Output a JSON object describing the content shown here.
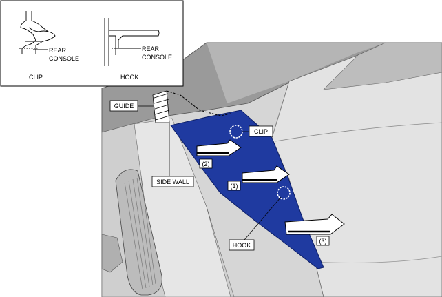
{
  "inset": {
    "clip_caption": "CLIP",
    "hook_caption": "HOOK",
    "clip_part_label": [
      "REAR",
      "CONSOLE"
    ],
    "hook_part_label": [
      "REAR",
      "CONSOLE"
    ]
  },
  "callouts": {
    "guide": "GUIDE",
    "clip": "CLIP",
    "side_wall": "SIDE WALL",
    "hook": "HOOK"
  },
  "steps": [
    "(1)",
    "(2)",
    "(3)"
  ],
  "colors": {
    "panel": "#1f3aa0",
    "panel_edge": "#0d1f66",
    "scene_bg": "#d9d9d9"
  }
}
